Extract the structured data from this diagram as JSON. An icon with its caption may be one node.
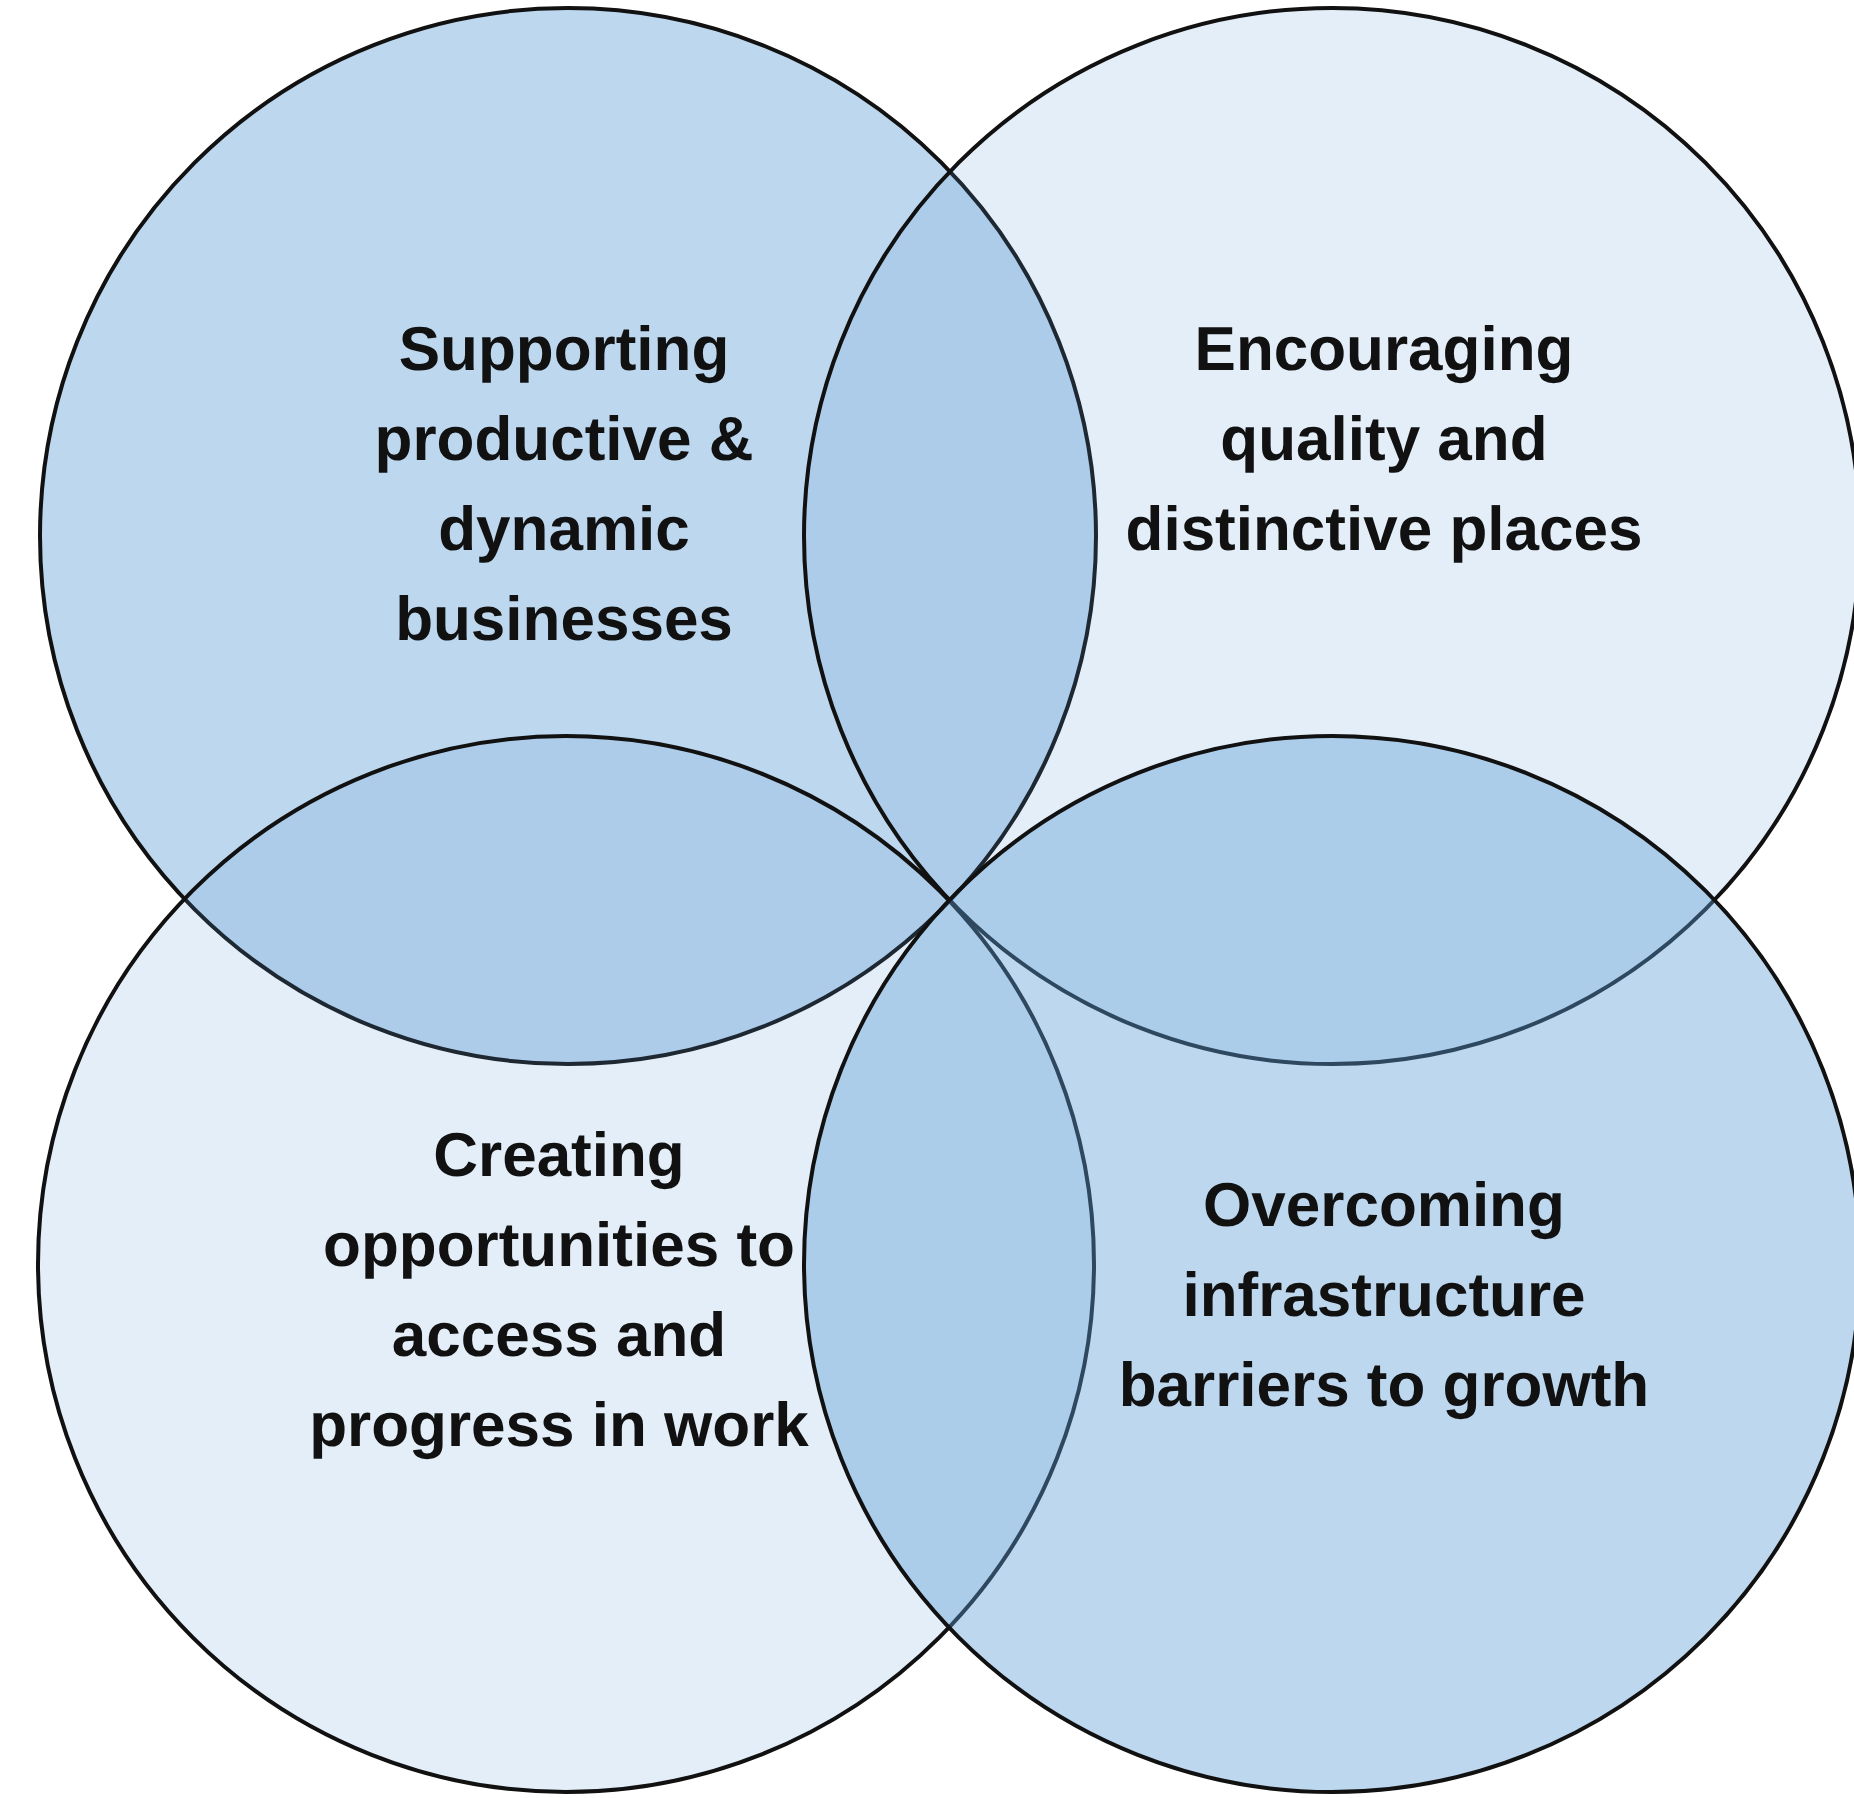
{
  "diagram": {
    "nodes": [
      {
        "text": [
          "Supporting productive & dynamic businesses"
        ]
      },
      {
        "text": [
          "Encouraging quality and distinctive places"
        ]
      },
      {
        "text": [
          "Creating opportunities to access and progress in work"
        ]
      },
      {
        "text": [
          "Overcoming infrastructure barriers to growth"
        ]
      }
    ]
  }
}
